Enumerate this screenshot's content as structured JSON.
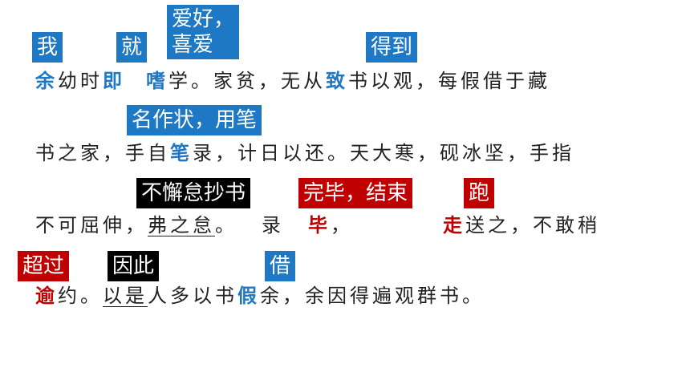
{
  "text": {
    "line1": [
      "余",
      "幼时",
      "即",
      "嗜",
      "学。家贫，无从",
      "致",
      "书以观，每假借于藏"
    ],
    "line2": [
      "书之家，手自",
      "笔",
      "录，计日以还。天大寒，砚冰坚，手指"
    ],
    "line3": [
      "不可屈伸，",
      "弗之怠",
      "。",
      "录",
      "毕",
      "，",
      "走",
      "送之，不敢稍"
    ],
    "line4": [
      "逾",
      "约。",
      "以是",
      "人多以书",
      "假",
      "余，余因得遍观群书。"
    ]
  },
  "annotations": {
    "wo": "我",
    "jiu": "就",
    "shi_1": "爱好，",
    "shi_2": "喜爱",
    "zhi": "得到",
    "bi_note": "名作状，用笔",
    "fuzhidai": "不懈怠抄书",
    "bi_finish": "完毕，结束",
    "zou": "跑",
    "yu": "超过",
    "yishi": "因此",
    "jia": "借"
  },
  "colors": {
    "blue": "#1f78c4",
    "red": "#c00000",
    "black": "#000000",
    "text": "#222222"
  }
}
